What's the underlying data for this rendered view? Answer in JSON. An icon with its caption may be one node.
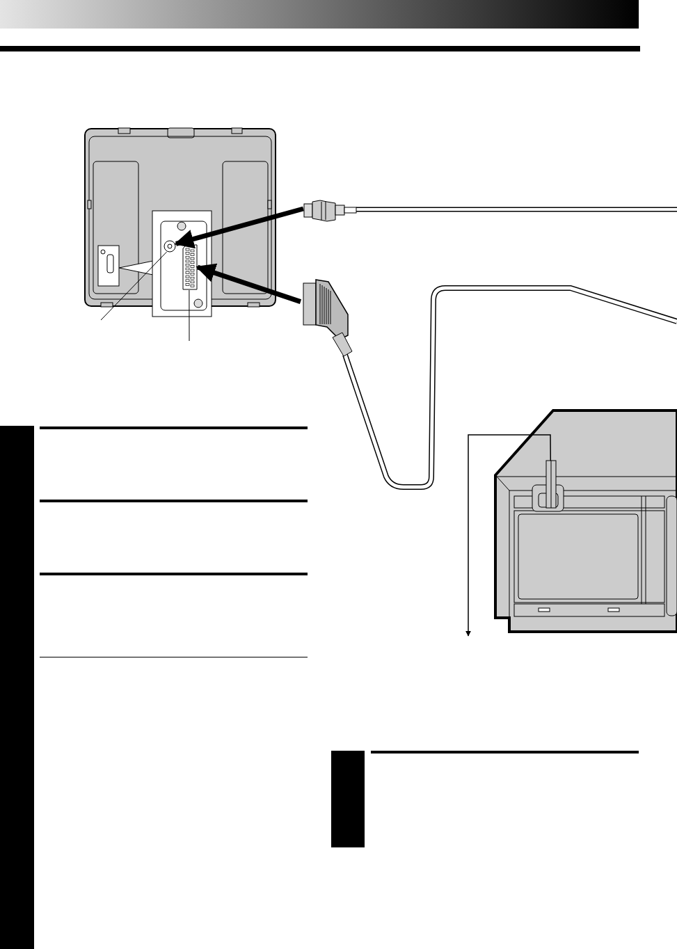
{
  "diagram": {
    "nodes": [
      {
        "text": [],
        "shape": "picture"
      },
      {
        "text": [],
        "shape": "circle",
        "in": 0
      },
      {
        "text": [],
        "shape": "box",
        "in": 0
      },
      {
        "text": [],
        "shape": "picture"
      },
      {
        "text": [],
        "shape": "picture"
      },
      {
        "text": [],
        "shape": "picture"
      },
      {
        "text": [],
        "shape": "cable",
        "in": 5
      },
      {
        "text": [],
        "shape": "bar"
      },
      {
        "text": [],
        "shape": "bar"
      }
    ],
    "edges": [
      {
        "from": 3,
        "to": 1,
        "arrow": "to",
        "style": "thick"
      },
      {
        "from": 4,
        "to": 2,
        "arrow": "to",
        "style": "thick"
      },
      {
        "from": 1,
        "to": null,
        "arrow": "none"
      },
      {
        "from": 2,
        "to": null,
        "arrow": "none"
      },
      {
        "from": 6,
        "to": null,
        "arrow": "to"
      }
    ]
  }
}
